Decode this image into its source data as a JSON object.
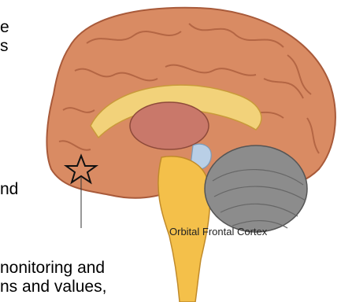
{
  "text_fragments": {
    "line_a": "e",
    "line_b": "s",
    "line_c": "nd",
    "line_d": "nonitoring and",
    "line_e": "ns    and    values,"
  },
  "diagram": {
    "caption": "Orbital Frontal Cortex",
    "colors": {
      "cortex": "#d98b63",
      "cortex_shadow": "#a85a3a",
      "corpus_callosum": "#f2d27a",
      "thalamus": "#c9786a",
      "brainstem": "#f4c04a",
      "ventricle": "#b9cfe6",
      "cerebellum": "#8c8c8c",
      "marker": "#111111"
    }
  }
}
